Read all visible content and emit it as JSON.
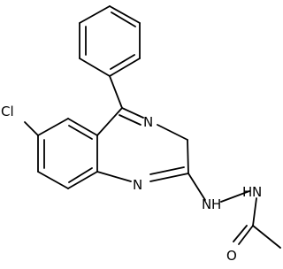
{
  "atoms": {
    "cl": "Cl",
    "n4": "N",
    "n1": "N",
    "nh_a": "N",
    "nh_a_h": "H",
    "nh_b": "N",
    "nh_b_h": "H",
    "o": "O"
  },
  "colors": {
    "bond": "#000000",
    "label": "#000000",
    "background": "#ffffff"
  }
}
